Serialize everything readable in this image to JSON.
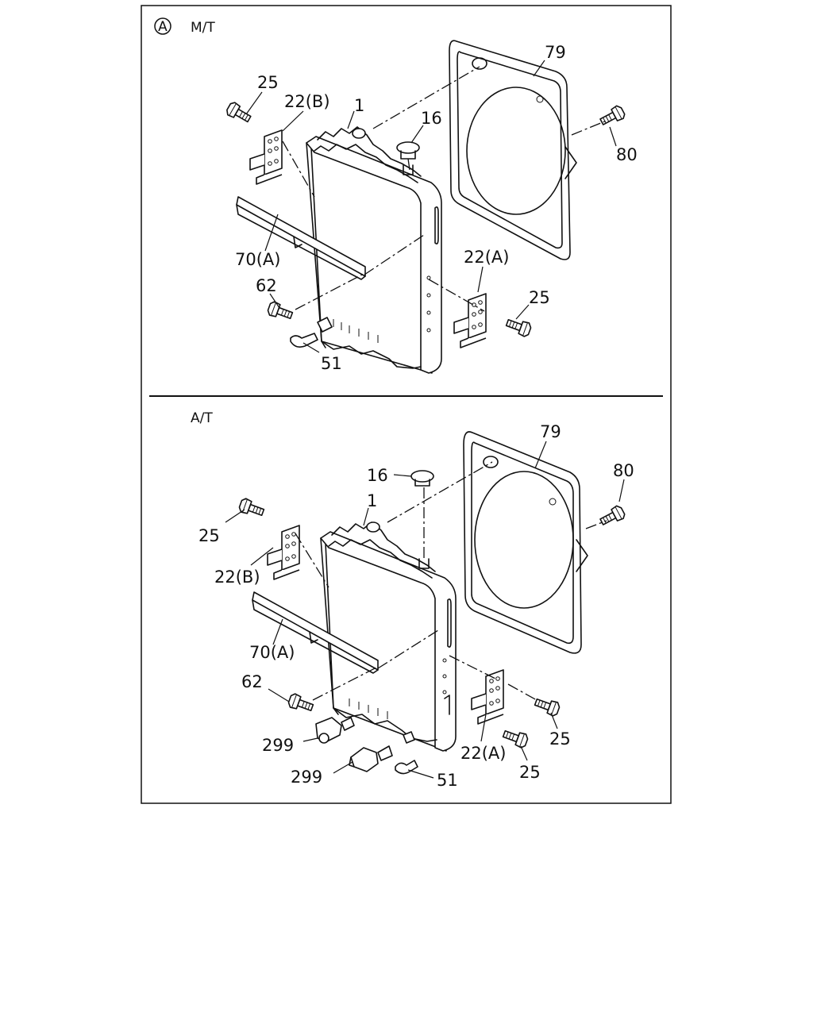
{
  "panels": [
    {
      "id": "mt",
      "marker": "A",
      "title": "M/T",
      "labels": {
        "radiator": "1",
        "cap": "16",
        "shroud": "79",
        "shroud_bolt": "80",
        "bracket_b": "22(B)",
        "bracket_b_bolt": "25",
        "bracket_a": "22(A)",
        "bracket_a_bolt": "25",
        "stay": "70(A)",
        "stay_bolt": "62",
        "drain": "51"
      }
    },
    {
      "id": "at",
      "title": "A/T",
      "labels": {
        "radiator": "1",
        "cap": "16",
        "shroud": "79",
        "shroud_bolt": "80",
        "bracket_b": "22(B)",
        "bracket_b_bolt": "25",
        "bracket_a": "22(A)",
        "bracket_a_bolt_1": "25",
        "bracket_a_bolt_2": "25",
        "stay": "70(A)",
        "stay_bolt": "62",
        "elbow_1": "299",
        "elbow_2": "299",
        "drain": "51"
      }
    }
  ]
}
